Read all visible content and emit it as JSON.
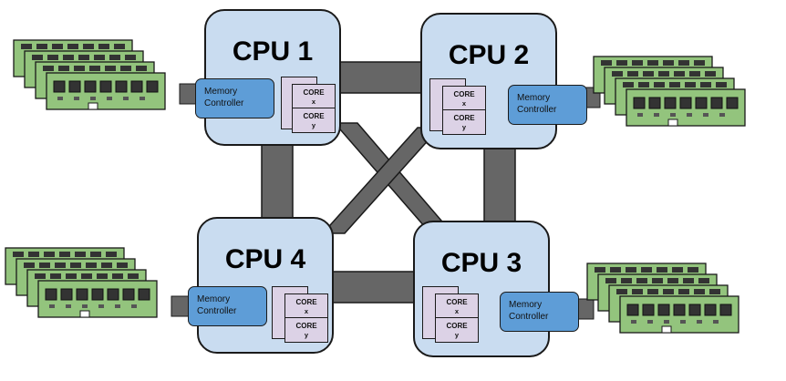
{
  "cpus": [
    {
      "id": 1,
      "title": "CPU 1",
      "memory_controller": [
        "Memory",
        "Controller"
      ],
      "cores": [
        {
          "label": "CORE",
          "sub": "x"
        },
        {
          "label": "CORE",
          "sub": "y"
        }
      ]
    },
    {
      "id": 2,
      "title": "CPU 2",
      "memory_controller": [
        "Memory",
        "Controller"
      ],
      "cores": [
        {
          "label": "CORE",
          "sub": "x"
        },
        {
          "label": "CORE",
          "sub": "y"
        }
      ]
    },
    {
      "id": 3,
      "title": "CPU 3",
      "memory_controller": [
        "Memory",
        "Controller"
      ],
      "cores": [
        {
          "label": "CORE",
          "sub": "x"
        },
        {
          "label": "CORE",
          "sub": "y"
        }
      ]
    },
    {
      "id": 4,
      "title": "CPU 4",
      "memory_controller": [
        "Memory",
        "Controller"
      ],
      "cores": [
        {
          "label": "CORE",
          "sub": "x"
        },
        {
          "label": "CORE",
          "sub": "y"
        }
      ]
    }
  ],
  "interconnects": [
    {
      "from": "CPU 1",
      "to": "CPU 2"
    },
    {
      "from": "CPU 2",
      "to": "CPU 3"
    },
    {
      "from": "CPU 3",
      "to": "CPU 4"
    },
    {
      "from": "CPU 4",
      "to": "CPU 1"
    },
    {
      "from": "CPU 1",
      "to": "CPU 3"
    },
    {
      "from": "CPU 2",
      "to": "CPU 4"
    }
  ],
  "memory_banks": [
    {
      "cpu": "CPU 1",
      "dimm_count": 4
    },
    {
      "cpu": "CPU 2",
      "dimm_count": 4
    },
    {
      "cpu": "CPU 3",
      "dimm_count": 4
    },
    {
      "cpu": "CPU 4",
      "dimm_count": 4
    }
  ],
  "colors": {
    "cpu_fill": "#c9dcf0",
    "memory_controller_fill": "#5e9dd7",
    "core_fill": "#dcd2e6",
    "interconnect": "#666666",
    "dimm_board": "#93c47d",
    "dimm_chip": "#333333"
  }
}
